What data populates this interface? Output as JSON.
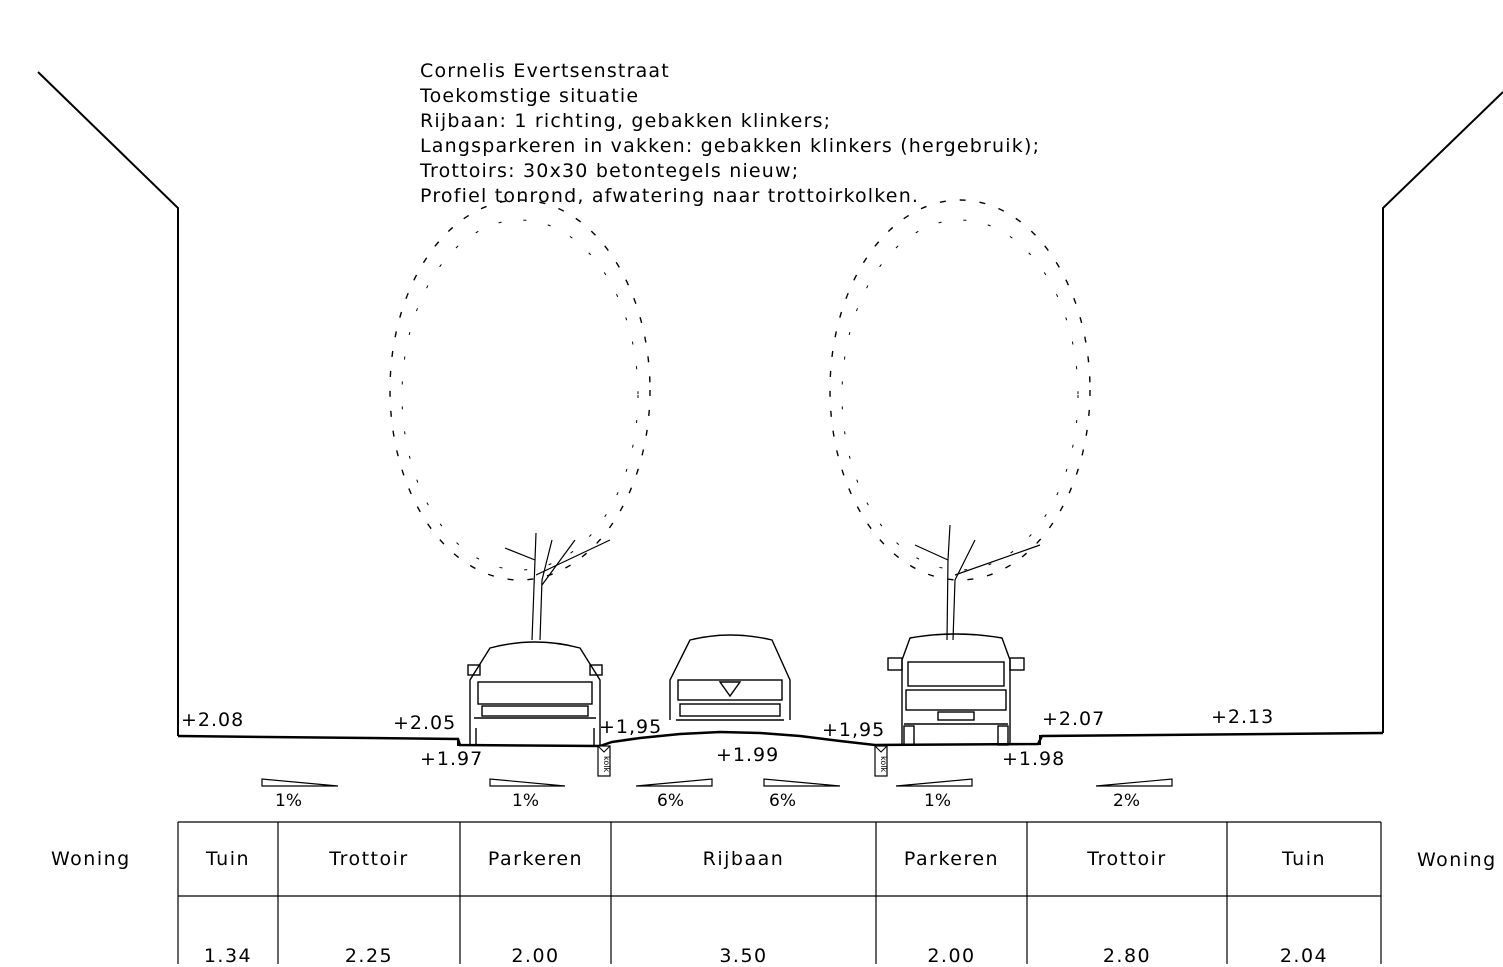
{
  "notes": [
    "Cornelis Evertsenstraat",
    "Toekomstige situatie",
    "Rijbaan: 1 richting, gebakken klinkers;",
    "Langsparkeren in vakken: gebakken klinkers (hergebruik);",
    "Trottoirs: 30x30 betontegels nieuw;",
    "Profiel tonrond, afwatering naar trottoirkolken."
  ],
  "levels": [
    "+2.08",
    "+2.05",
    "+1,95",
    "+1,95",
    "+2.07",
    "+2.13",
    "+1.97",
    "+1.99",
    "+1.98"
  ],
  "kolk_label": "kolk",
  "slopes": [
    "1%",
    "1%",
    "6%",
    "6%",
    "1%",
    "2%"
  ],
  "side_labels": {
    "left": "Woning",
    "right": "Woning"
  },
  "profile_table": {
    "headers": [
      "Tuin",
      "Trottoir",
      "Parkeren",
      "Rijbaan",
      "Parkeren",
      "Trottoir",
      "Tuin"
    ],
    "widths": [
      "1.34",
      "2.25",
      "2.00",
      "3.50",
      "2.00",
      "2.80",
      "2.04"
    ]
  }
}
